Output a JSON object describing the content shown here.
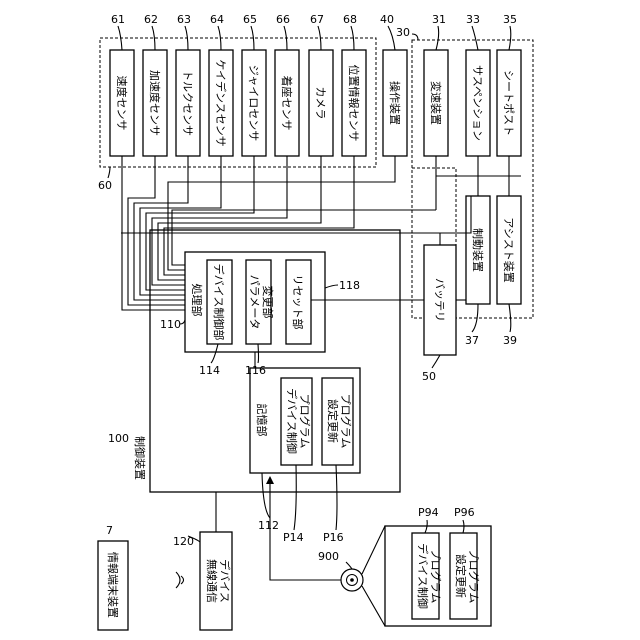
{
  "components": {
    "sensor_speed": "速度センサ",
    "sensor_accel": "加速度センサ",
    "sensor_torque": "トルクセンサ",
    "sensor_cadence": "ケイデンスセンサ",
    "sensor_gyro": "ジャイロセンサ",
    "sensor_seat": "着座センサ",
    "camera": "カメラ",
    "position_sensor": "位置情報センサ",
    "operation_device": "操作装置",
    "transmission": "変速装置",
    "suspension": "サスペンション",
    "seat_post": "シートポスト",
    "brake": "制動装置",
    "assist": "アシスト装置",
    "battery": "バッテリ",
    "processing_unit": "処理部",
    "device_controller": "デバイス制御部",
    "param_changer_1": "パラメータ",
    "param_changer_2": "変更部",
    "reset_unit": "リセット部",
    "storage_unit": "記憶部",
    "dev_prog_1": "デバイス制御",
    "dev_prog_2": "プログラム",
    "upd_prog_1": "設定更新",
    "upd_prog_2": "プログラム",
    "control_device": "制御装置",
    "wireless_1": "無線通信",
    "wireless_2": "デバイス",
    "info_terminal": "情報端末装置",
    "ext_dev_prog_1": "デバイス制御",
    "ext_dev_prog_2": "プログラム",
    "ext_upd_prog_1": "設定更新",
    "ext_upd_prog_2": "プログラム"
  },
  "refs": {
    "r61": "61",
    "r62": "62",
    "r63": "63",
    "r64": "64",
    "r65": "65",
    "r66": "66",
    "r67": "67",
    "r68": "68",
    "r40": "40",
    "r30": "30",
    "r31": "31",
    "r33": "33",
    "r35": "35",
    "r60": "60",
    "r37": "37",
    "r39": "39",
    "r118": "118",
    "r110": "110",
    "r114": "114",
    "r116": "116",
    "r50": "50",
    "r100": "100",
    "r112": "112",
    "rP14": "P14",
    "rP16": "P16",
    "rP94": "P94",
    "rP96": "P96",
    "r900": "900",
    "r120": "120",
    "r7": "7"
  }
}
